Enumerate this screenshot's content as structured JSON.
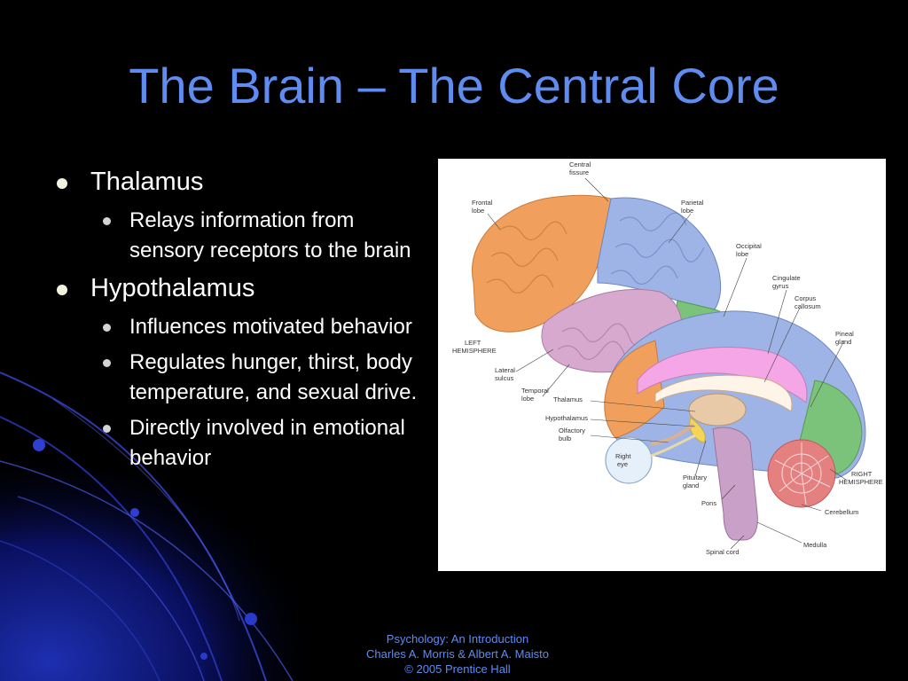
{
  "slide": {
    "title": "The Brain – The Central Core",
    "bullets": [
      {
        "text": "Thalamus",
        "sub": [
          "Relays information from sensory receptors to the brain"
        ]
      },
      {
        "text": "Hypothalamus",
        "sub": [
          "Influences motivated behavior",
          "Regulates hunger, thirst, body temperature, and sexual drive.",
          "Directly involved in emotional behavior"
        ]
      }
    ],
    "figure": {
      "labels": {
        "central_fissure_1": "Central",
        "central_fissure_2": "fissure",
        "frontal_lobe_1": "Frontal",
        "frontal_lobe_2": "lobe",
        "parietal_lobe_1": "Parietal",
        "parietal_lobe_2": "lobe",
        "occipital_lobe_1": "Occipital",
        "occipital_lobe_2": "lobe",
        "cingulate_gyrus_1": "Cingulate",
        "cingulate_gyrus_2": "gyrus",
        "corpus_callosum_1": "Corpus",
        "corpus_callosum_2": "callosum",
        "left_hemisphere_1": "LEFT",
        "left_hemisphere_2": "HEMISPHERE",
        "pineal_gland_1": "Pineal",
        "pineal_gland_2": "gland",
        "lateral_sulcus_1": "Lateral",
        "lateral_sulcus_2": "sulcus",
        "temporal_lobe_1": "Temporal",
        "temporal_lobe_2": "lobe",
        "thalamus": "Thalamus",
        "hypothalamus": "Hypothalamus",
        "olfactory_bulb_1": "Olfactory",
        "olfactory_bulb_2": "bulb",
        "right_eye_1": "Right",
        "right_eye_2": "eye",
        "pituitary_gland_1": "Pituitary",
        "pituitary_gland_2": "gland",
        "right_hemisphere_1": "RIGHT",
        "right_hemisphere_2": "HEMISPHERE",
        "pons": "Pons",
        "cerebellum": "Cerebellum",
        "medulla": "Medulla",
        "spinal_cord": "Spinal cord"
      }
    },
    "footer": {
      "line1": "Psychology: An Introduction",
      "line2": "Charles A. Morris & Albert A. Maisto",
      "line3": "© 2005 Prentice Hall"
    }
  },
  "colors": {
    "title": "#5f8cf0",
    "frontal": "#f0a05c",
    "parietal": "#9fb4e6",
    "occipital": "#7bc27a",
    "temporal": "#d8a9cf",
    "cingulate": "#f5a6e6",
    "cerebellum": "#e58080"
  }
}
